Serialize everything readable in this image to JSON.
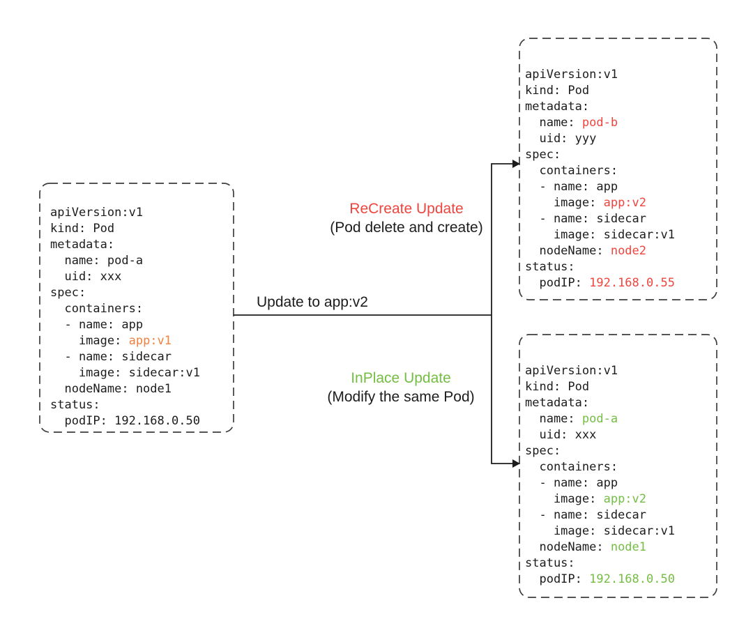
{
  "diagram": {
    "flow_label": "Update to app:v2",
    "recreate_title": "ReCreate Update",
    "recreate_subtitle": "(Pod delete and create)",
    "inplace_title": "InPlace Update",
    "inplace_subtitle": "(Modify the same Pod)"
  },
  "colors": {
    "original_accent": "#F0813F",
    "recreate_accent": "#F0453E",
    "inplace_accent": "#74BE44",
    "text": "#1c1c1c",
    "box_border": "#3d3d3d",
    "arrow": "#1c1c1c"
  },
  "boxes": [
    {
      "name": "pod-original",
      "accent": "#F0813F",
      "lines": [
        {
          "text": "apiVersion:v1"
        },
        {
          "text": "kind: Pod"
        },
        {
          "text": "metadata:"
        },
        {
          "text": "  name: pod-a"
        },
        {
          "text": "  uid: xxx"
        },
        {
          "text": "spec:"
        },
        {
          "text": "  containers:"
        },
        {
          "text": "  - name: app"
        },
        {
          "text": "    image: ",
          "highlight": "app:v1"
        },
        {
          "text": "  - name: sidecar"
        },
        {
          "text": "    image: sidecar:v1"
        },
        {
          "text": "  nodeName: node1"
        },
        {
          "text": "status:"
        },
        {
          "text": "  podIP: 192.168.0.50"
        }
      ]
    },
    {
      "name": "pod-recreated",
      "accent": "#F0453E",
      "lines": [
        {
          "text": "apiVersion:v1"
        },
        {
          "text": "kind: Pod"
        },
        {
          "text": "metadata:"
        },
        {
          "text": "  name: ",
          "highlight": "pod-b"
        },
        {
          "text": "  uid: yyy"
        },
        {
          "text": "spec:"
        },
        {
          "text": "  containers:"
        },
        {
          "text": "  - name: app"
        },
        {
          "text": "    image: ",
          "highlight": "app:v2"
        },
        {
          "text": "  - name: sidecar"
        },
        {
          "text": "    image: sidecar:v1"
        },
        {
          "text": "  nodeName: ",
          "highlight": "node2"
        },
        {
          "text": "status:"
        },
        {
          "text": "  podIP: ",
          "highlight": "192.168.0.55"
        }
      ]
    },
    {
      "name": "pod-inplace",
      "accent": "#74BE44",
      "lines": [
        {
          "text": "apiVersion:v1"
        },
        {
          "text": "kind: Pod"
        },
        {
          "text": "metadata:"
        },
        {
          "text": "  name: ",
          "highlight": "pod-a"
        },
        {
          "text": "  uid: xxx"
        },
        {
          "text": "spec:"
        },
        {
          "text": "  containers:"
        },
        {
          "text": "  - name: app"
        },
        {
          "text": "    image: ",
          "highlight": "app:v2"
        },
        {
          "text": "  - name: sidecar"
        },
        {
          "text": "    image: sidecar:v1"
        },
        {
          "text": "  nodeName: ",
          "highlight": "node1"
        },
        {
          "text": "status:"
        },
        {
          "text": "  podIP: ",
          "highlight": "192.168.0.50"
        }
      ]
    }
  ]
}
